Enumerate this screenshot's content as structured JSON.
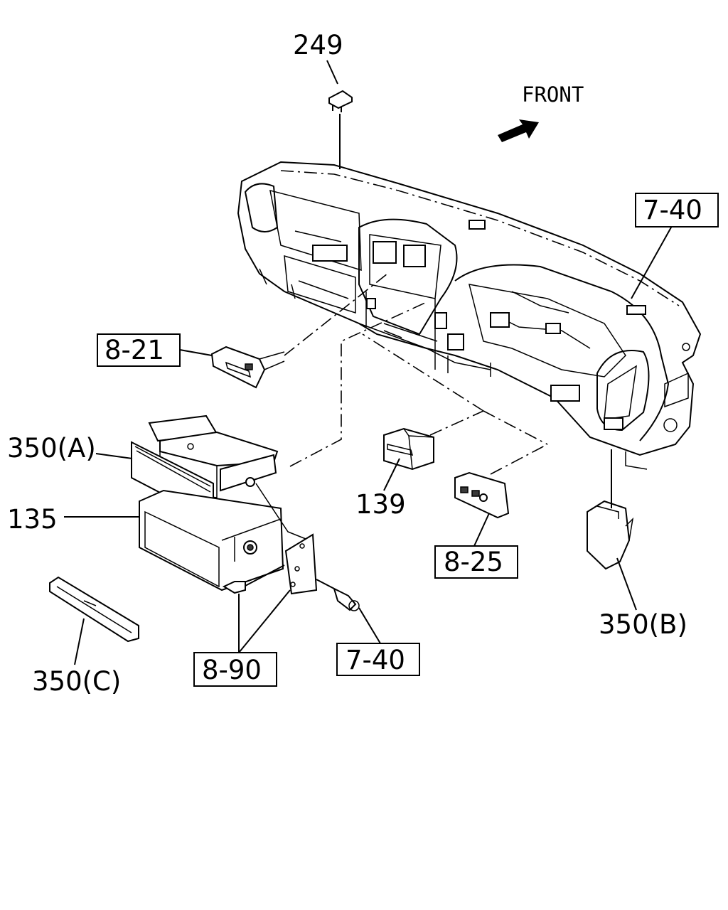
{
  "labels": {
    "part_249": "249",
    "front": "FRONT",
    "ref_7_40_top": "7-40",
    "ref_8_21": "8-21",
    "part_350a": "350(A)",
    "part_135": "135",
    "part_139": "139",
    "ref_8_25": "8-25",
    "part_350b": "350(B)",
    "ref_8_90": "8-90",
    "ref_7_40_bottom": "7-40",
    "part_350c": "350(C)"
  },
  "icons": {
    "front_arrow": "front-arrow-icon"
  }
}
